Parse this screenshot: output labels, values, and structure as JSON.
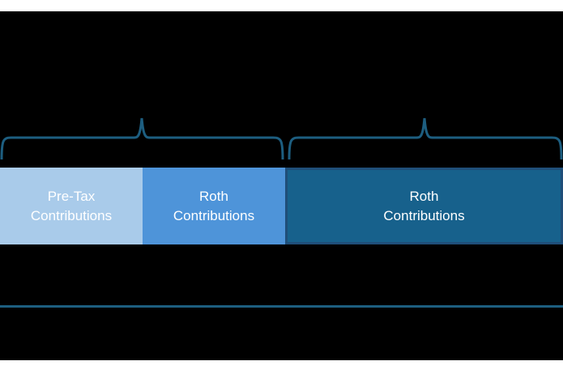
{
  "diagram": {
    "title_hint": "retirement-contribution-types-diagram",
    "bars": {
      "pretax": {
        "line1": "Pre-Tax",
        "line2": "Contributions",
        "color": "#A9CBEA",
        "width_pct": 25.3
      },
      "roth_mid": {
        "line1": "Roth",
        "line2": "Contributions",
        "color": "#4E94D9",
        "width_pct": 25.3
      },
      "roth_right": {
        "line1": "Roth",
        "line2": "Contributions",
        "color": "#17618C",
        "border_color": "#1F4E79",
        "width_pct": 49.4
      }
    },
    "braces": {
      "color": "#1D5E80",
      "left_brace_groups": [
        "pretax",
        "roth_mid"
      ],
      "right_brace_groups": [
        "roth_right"
      ]
    },
    "divider_color": "#1D5E80",
    "text_color": "#FFFFFF",
    "background_color": "#000000",
    "margin_color": "#FFFFFF"
  }
}
